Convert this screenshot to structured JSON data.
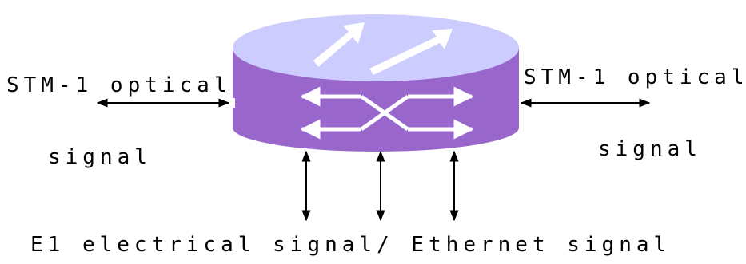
{
  "labels": {
    "left_line1": "STM-1 optical",
    "left_line2": "signal",
    "right_line1": "STM-1 optical",
    "right_line2": "signal",
    "bottom": "E1 electrical signal/ Ethernet signal"
  },
  "colors": {
    "body_side": "#9966cc",
    "body_top": "#ccccff",
    "arrows_white": "#ffffff",
    "lines": "#000000"
  }
}
